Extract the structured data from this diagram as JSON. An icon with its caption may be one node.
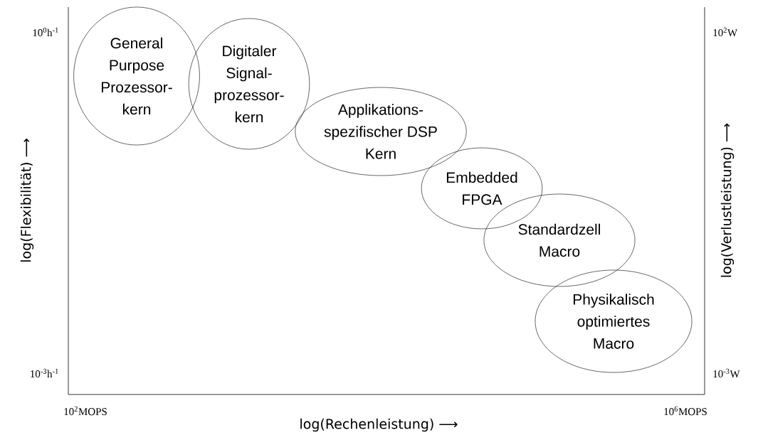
{
  "diagram": {
    "nodes": [
      {
        "text": [
          "General Purpose Prozessor-kern"
        ]
      },
      {
        "text": [
          "Digitaler Signal-prozessor-kern"
        ]
      },
      {
        "text": [
          "Applikations-spezifischer DSP Kern"
        ]
      },
      {
        "text": [
          "Embedded FPGA"
        ]
      },
      {
        "text": [
          "Standardzell Macro"
        ]
      },
      {
        "text": [
          "Physikalisch optimiertes Macro"
        ]
      }
    ],
    "labels": [
      "10$^{0}$h$^{-1}$",
      "10$^{2}$W",
      "log(Flexibilität) ⟶",
      "log(Verlustleistung) ⟶",
      "10$^{-3}$h$^{-1}$",
      "10$^{-3}$W",
      "10$^{2}$MOPS",
      "10$^{6}$MOPS",
      "log(Rechenleistung) ⟶"
    ]
  }
}
